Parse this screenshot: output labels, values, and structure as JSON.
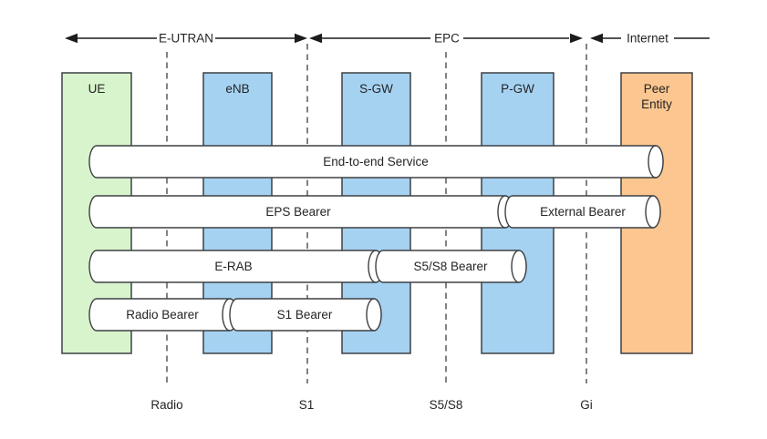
{
  "domains": [
    {
      "label": "E-UTRAN"
    },
    {
      "label": "EPC"
    },
    {
      "label": "Internet"
    }
  ],
  "nodes": [
    {
      "label": "UE"
    },
    {
      "label": "eNB"
    },
    {
      "label": "S-GW"
    },
    {
      "label": "P-GW"
    },
    {
      "label_line1": "Peer",
      "label_line2": "Entity"
    }
  ],
  "bearers": [
    {
      "label": "End-to-end Service"
    },
    {
      "label": "EPS Bearer"
    },
    {
      "label": "External Bearer"
    },
    {
      "label": "E-RAB"
    },
    {
      "label": "S5/S8 Bearer"
    },
    {
      "label": "Radio Bearer"
    },
    {
      "label": "S1 Bearer"
    }
  ],
  "interfaces": [
    {
      "label": "Radio"
    },
    {
      "label": "S1"
    },
    {
      "label": "S5/S8"
    },
    {
      "label": "Gi"
    }
  ],
  "colors": {
    "ue_fill": "#d8f4cc",
    "core_fill": "#a6d2f2",
    "peer_fill": "#fbc690",
    "outline": "#3e4043",
    "pipe_fill": "#ffffff"
  }
}
